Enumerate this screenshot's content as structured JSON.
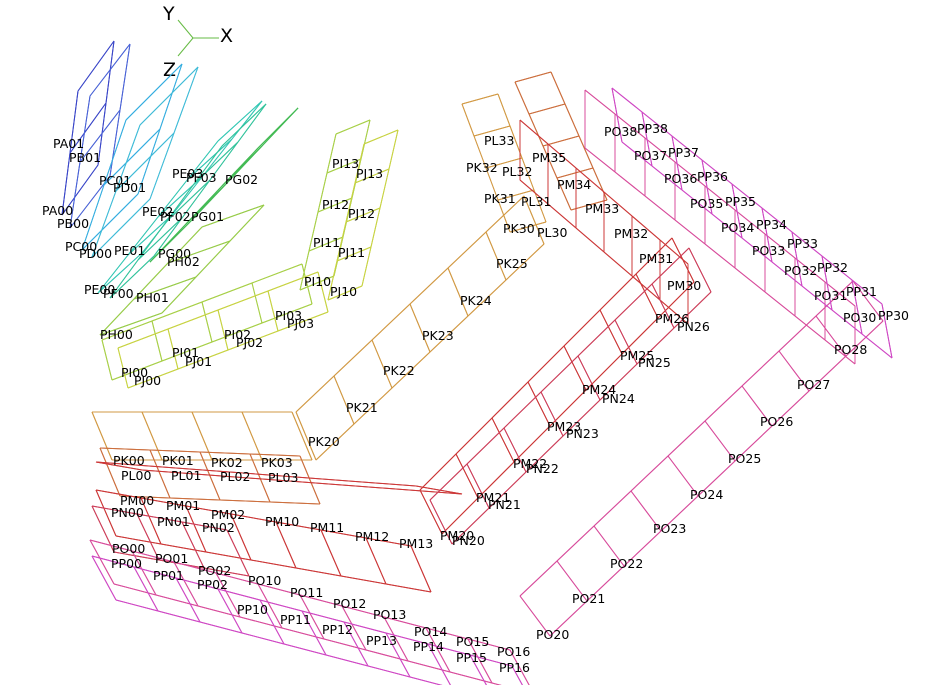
{
  "axes": {
    "x": "X",
    "y": "Y",
    "z": "Z"
  },
  "colors": {
    "PA": "#3a46c8",
    "PB": "#4a63d6",
    "PC": "#36aee0",
    "PD": "#41bcd8",
    "PE": "#34c7b4",
    "PF": "#33c39c",
    "PG": "#44bb55",
    "PH": "#98cc4a",
    "PI": "#a8d049",
    "PJ": "#c8d343",
    "PK": "#d29a45",
    "PL": "#cc6f3e",
    "PM": "#cc3838",
    "PN": "#cd3f5a",
    "PO": "#d84d9c",
    "PP": "#cf48c4"
  },
  "labels": [
    "PA00",
    "PA01",
    "PB00",
    "PB01",
    "PC00",
    "PC01",
    "PD00",
    "PD01",
    "PE00",
    "PE01",
    "PE02",
    "PE03",
    "PF00",
    "PF02",
    "PF03",
    "PG00",
    "PG01",
    "PG02",
    "PH00",
    "PH01",
    "PH02",
    "PI00",
    "PI01",
    "PI02",
    "PI03",
    "PI10",
    "PI11",
    "PI12",
    "PI13",
    "PJ00",
    "PJ01",
    "PJ02",
    "PJ03",
    "PJ10",
    "PJ11",
    "PJ12",
    "PJ13",
    "PK00",
    "PK01",
    "PK02",
    "PK03",
    "PK20",
    "PK21",
    "PK22",
    "PK23",
    "PK24",
    "PK25",
    "PK30",
    "PK31",
    "PK32",
    "PL00",
    "PL01",
    "PL02",
    "PL03",
    "PL30",
    "PL31",
    "PL32",
    "PL33",
    "PM00",
    "PM01",
    "PM02",
    "PM10",
    "PM11",
    "PM12",
    "PM13",
    "PM20",
    "PM21",
    "PM22",
    "PM23",
    "PM24",
    "PM25",
    "PM26",
    "PM30",
    "PM31",
    "PM32",
    "PM33",
    "PM34",
    "PM35",
    "PN00",
    "PN01",
    "PN02",
    "PN20",
    "PN21",
    "PN22",
    "PN23",
    "PN24",
    "PN25",
    "PN26",
    "PO00",
    "PO01",
    "PO02",
    "PO10",
    "PO11",
    "PO12",
    "PO13",
    "PO14",
    "PO15",
    "PO16",
    "PO20",
    "PO21",
    "PO22",
    "PO23",
    "PO24",
    "PO25",
    "PO26",
    "PO27",
    "PO28",
    "PO30",
    "PO31",
    "PO32",
    "PO33",
    "PO34",
    "PO35",
    "PO36",
    "PO37",
    "PO38",
    "PP00",
    "PP01",
    "PP02",
    "PP10",
    "PP11",
    "PP12",
    "PP13",
    "PP14",
    "PP15",
    "PP16",
    "PP30",
    "PP31",
    "PP32",
    "PP33",
    "PP34",
    "PP35",
    "PP36",
    "PP37",
    "PP38"
  ]
}
